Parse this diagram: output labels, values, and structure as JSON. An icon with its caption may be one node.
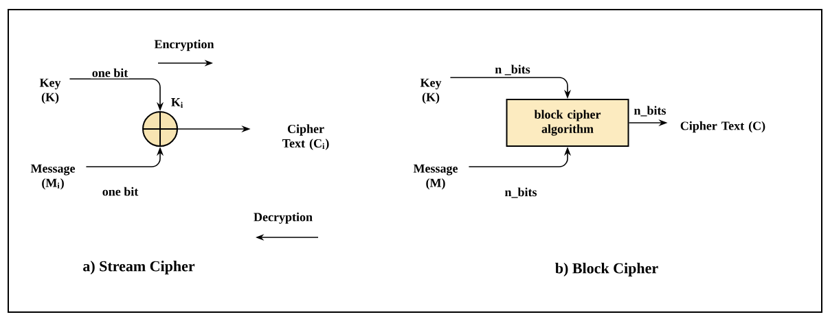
{
  "diagram": {
    "nodes": [
      {
        "text": [
          "Key (K)"
        ]
      },
      {
        "text": [
          "Message (M$_{i}$)"
        ]
      },
      {
        "text": [],
        "shape": "circle"
      },
      {
        "text": [
          "Cipher Text (C$_{i}$)"
        ]
      },
      {
        "text": [
          "Key (K)"
        ]
      },
      {
        "text": [
          "Message (M)"
        ]
      },
      {
        "text": [
          "block cipher algorithm"
        ]
      },
      {
        "text": [
          "Cipher Text (C)"
        ]
      }
    ],
    "edges": [
      {
        "from": 0,
        "to": 2,
        "arrow": "to",
        "label": "one bit"
      },
      {
        "from": 1,
        "to": 2,
        "arrow": "to",
        "label": "one bit"
      },
      {
        "from": 2,
        "to": 3,
        "arrow": "to"
      },
      {
        "from": 4,
        "to": 6,
        "arrow": "to",
        "label": "n _bits"
      },
      {
        "from": 5,
        "to": 6,
        "arrow": "to",
        "label": "n_bits"
      },
      {
        "from": 6,
        "to": 7,
        "arrow": "to",
        "label": "n_bits"
      }
    ],
    "labels": [
      "Encryption",
      "K$_{i}$",
      "Decryption",
      "a) Stream Cipher",
      "b) Block Cipher"
    ]
  }
}
